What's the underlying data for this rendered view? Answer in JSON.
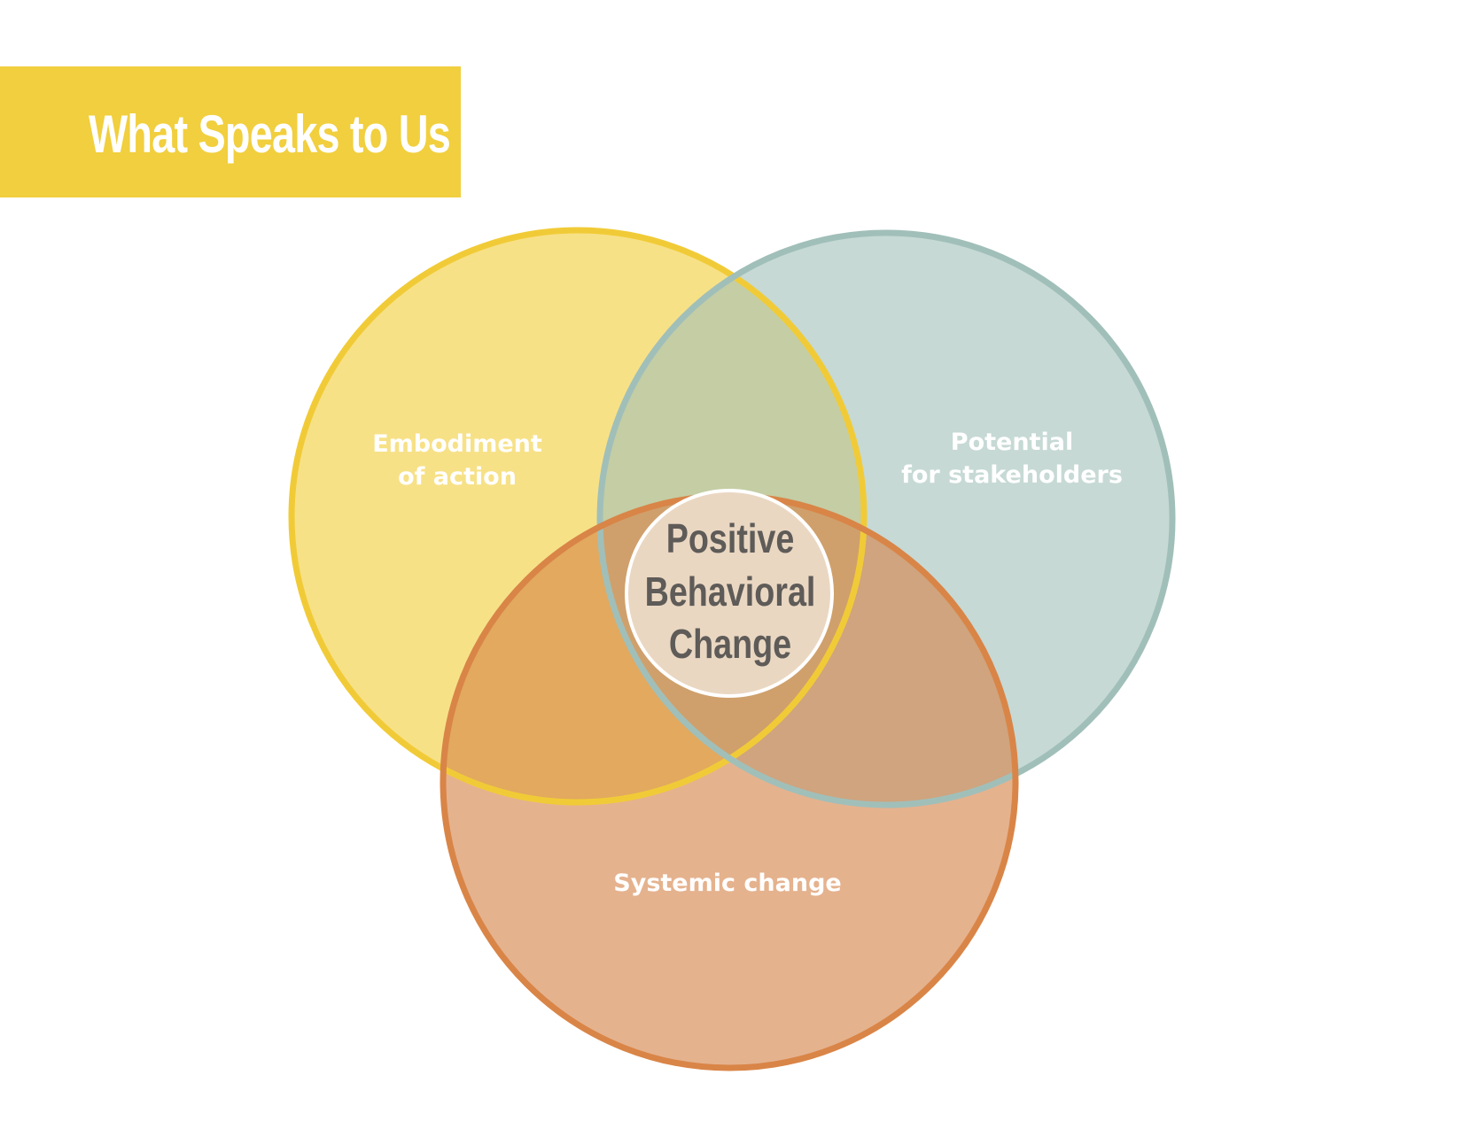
{
  "title": "What Speaks to Us",
  "colors": {
    "banner": "#f1cf3e",
    "yellow_fill": "#f7e187",
    "yellow_stroke": "#f1cb37",
    "teal_fill": "#c6d9d5",
    "teal_stroke": "#a1bfb9",
    "orange_fill": "#e5b28e",
    "orange_stroke": "#d98547",
    "center_fill": "#ead7c2",
    "center_stroke": "#ffffff"
  },
  "sets": {
    "yellow": {
      "line1": "Embodiment",
      "line2": "of action"
    },
    "teal": {
      "line1": "Potential",
      "line2": "for stakeholders"
    },
    "orange": {
      "line1": "Systemic change"
    }
  },
  "center": {
    "line1": "Positive",
    "line2": "Behavioral",
    "line3": "Change"
  }
}
